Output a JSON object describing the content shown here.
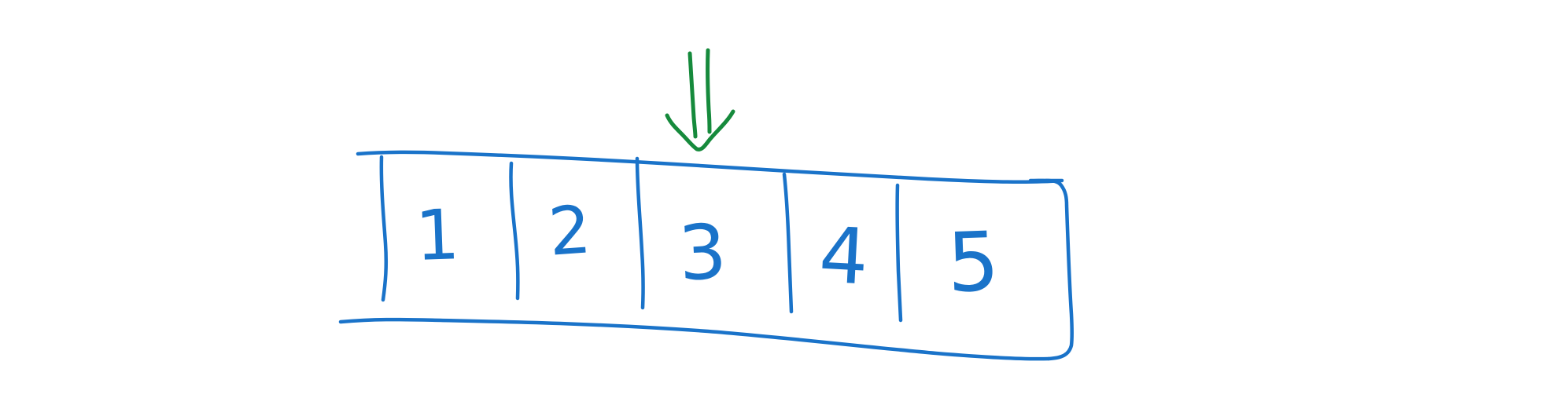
{
  "colors": {
    "array_ink": "#1a73c9",
    "pointer_ink": "#168a3c",
    "background": "#ffffff"
  },
  "array": {
    "cells": [
      {
        "label": "1"
      },
      {
        "label": "2"
      },
      {
        "label": "3"
      },
      {
        "label": "4"
      },
      {
        "label": "5"
      }
    ]
  },
  "pointer": {
    "icon": "double-down-arrow-icon",
    "points_to_cell": 3
  }
}
